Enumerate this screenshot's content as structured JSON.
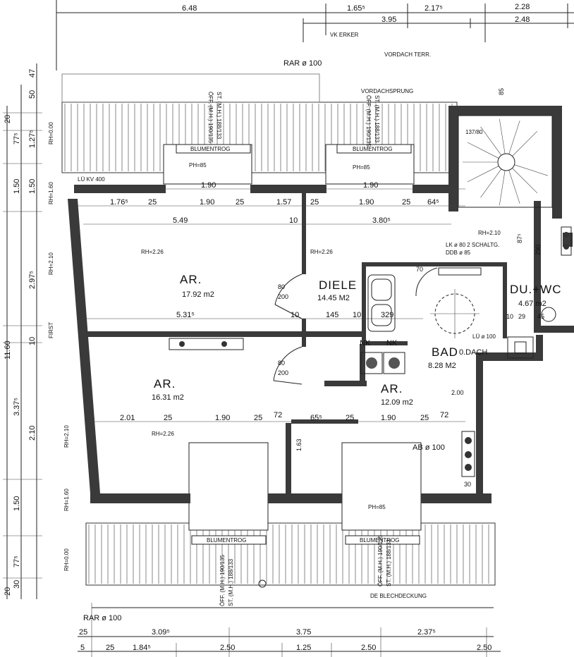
{
  "dims_top": [
    "6.48",
    "1.65⁵",
    "2.17⁵",
    "2.28",
    "3.95",
    "2.48"
  ],
  "dims_bottom": [
    "25",
    "3.09⁵",
    "3.75",
    "2.37⁵",
    "5",
    "25",
    "1.84⁵",
    "2.50",
    "1.25",
    "2.50",
    "2.50"
  ],
  "dims_left": [
    "20",
    "50",
    "47",
    "77⁵",
    "1.27⁵",
    "1.50",
    "1.50",
    "2.97⁵",
    "11.60",
    "10",
    "3.37⁵",
    "2.10",
    "1.50",
    "77⁵",
    "30",
    "20"
  ],
  "rh_labels": [
    "RH=0.00",
    "RH=1.60",
    "RH=2.10",
    "FIRST",
    "RH=2.10",
    "RH=1.60",
    "RH=0.00",
    "RH=2.26",
    "RH=2.26",
    "RH=2.26",
    "RH=2.10",
    "PH=85",
    "PH=85",
    "PH=85"
  ],
  "labels": {
    "vk_erker": "VK ERKER",
    "rar_top": "RAR ø 100",
    "vordach_terr": "VORDACH TERR.",
    "vordachsprung": "VORDACHSPRUNG",
    "blumentrog_1": "BLUMENTROG",
    "blumentrog_2": "BLUMENTROG",
    "blumentrog_3": "BLUMENTROG",
    "blumentrog_4": "BLUMENTROG",
    "lu_kv": "LÜ KV 400",
    "lk_80": "LK ø 80 2 SCHALTG.",
    "ddb": "DDB ø 85",
    "lu_100": "LÜ ø 100",
    "nk1": "NK",
    "nk2": "NK",
    "ab_100": "AB ø 100",
    "rar_bottom": "RAR ø 100",
    "blechdeckung": "DE BLECHDECKUNG",
    "oeff1": "ÖFF. (M.H.) 190/135",
    "st1": "ST. (M.H.) 188/133",
    "oeff2": "ÖFF. (M.H.) 190/135",
    "st2": "ST. (M.H.) 188/133",
    "oeff3": "ÖFF. (M.H.) 190/135",
    "st3": "ST. (M.H.) 188/133",
    "oeff4": "ÖFF. (M.H.) 190/135",
    "st4": "ST. (M.H.) 188/133",
    "vk_top": "137/80"
  },
  "rooms": {
    "ar1_name": "AR.",
    "ar1_area": "17.92 m2",
    "ar2_name": "AR.",
    "ar2_area": "16.31 m2",
    "ar3_name": "AR.",
    "ar3_area": "12.09 m2",
    "diele_name": "DIELE",
    "diele_area": "14.45 M2",
    "bad_name": "BAD",
    "bad_sub": "0.DACH",
    "bad_area": "8.28 M2",
    "du_name": "DU.+WC",
    "du_area": "4.67 m2"
  },
  "inner_dims": {
    "d190_a": "1.90",
    "d190_b": "1.90",
    "d176": "1.76⁵",
    "d25_a": "25",
    "d190_c": "1.90",
    "d25_b": "25",
    "d157": "1.57",
    "d25_c": "25",
    "d190_d": "1.90",
    "d25_d": "25",
    "d645": "64⁵",
    "d549": "5.49",
    "d10_a": "10",
    "d380": "3.80⁵",
    "d531": "5.31⁵",
    "d10_b": "10",
    "d145": "145",
    "d10_c": "10",
    "d329": "329",
    "d201": "2.01",
    "d25_e": "25",
    "d190_e": "1.90",
    "d25_f": "25",
    "d72": "72",
    "d165": "65⁵",
    "d25_g": "25",
    "d190_f": "1.90",
    "d25_h": "25",
    "d72b": "72",
    "door80_a": "80",
    "door200_a": "200",
    "door80_b": "80",
    "door200_b": "200",
    "d163": "1.63",
    "d200": "2.00",
    "d70": "70",
    "d30": "30",
    "d885": "85",
    "d87": "87⁵",
    "d290": "290",
    "d29": "29",
    "d10_d": "10",
    "d45": "45"
  },
  "colors": {
    "wall": "#3a3a3a",
    "ink": "#111111",
    "hatch": "#555555"
  }
}
